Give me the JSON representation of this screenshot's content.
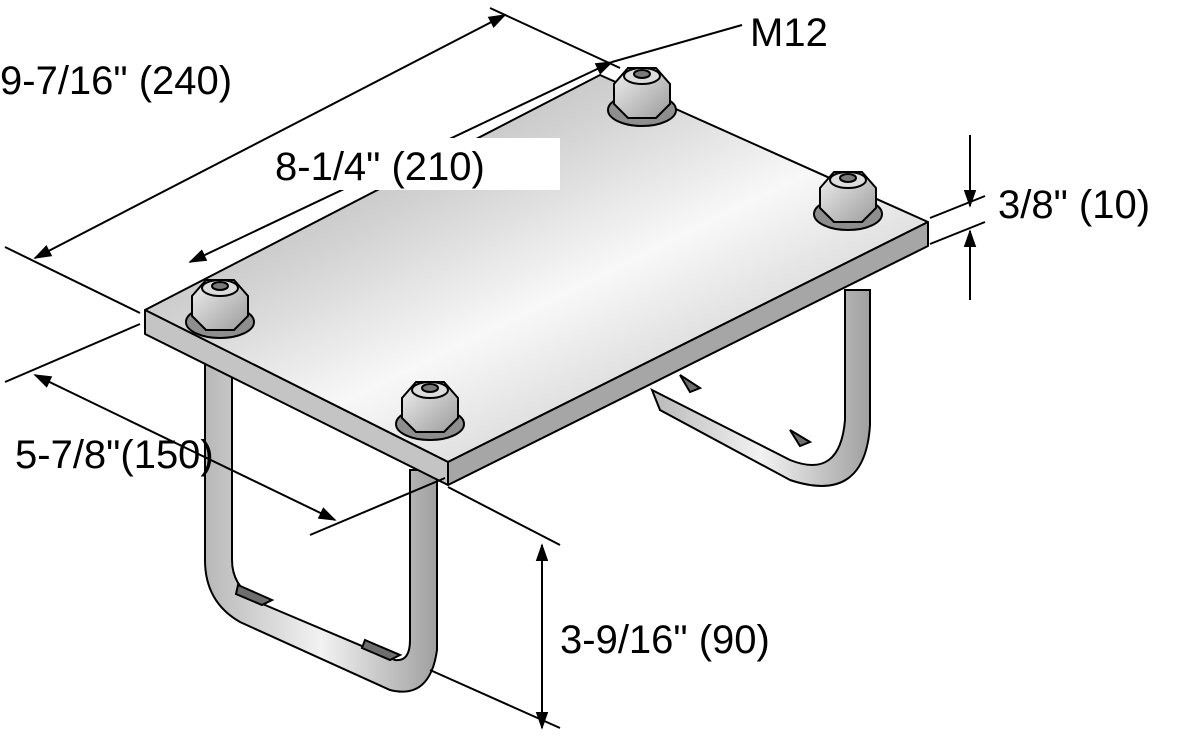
{
  "dimensions": {
    "overall_length": "9-7/16\" (240)",
    "hole_spacing": "8-1/4\" (210)",
    "plate_thickness": "3/8\" (10)",
    "width": "5-7/8\"(150)",
    "leg_height": "3-9/16\" (90)",
    "bolt_size": "M12"
  },
  "colors": {
    "line": "#000000",
    "plate_light": "#f7f7f7",
    "plate_mid": "#c9c9c9",
    "plate_dark": "#9a9a9a",
    "steel_edge": "#b5b5b5"
  }
}
